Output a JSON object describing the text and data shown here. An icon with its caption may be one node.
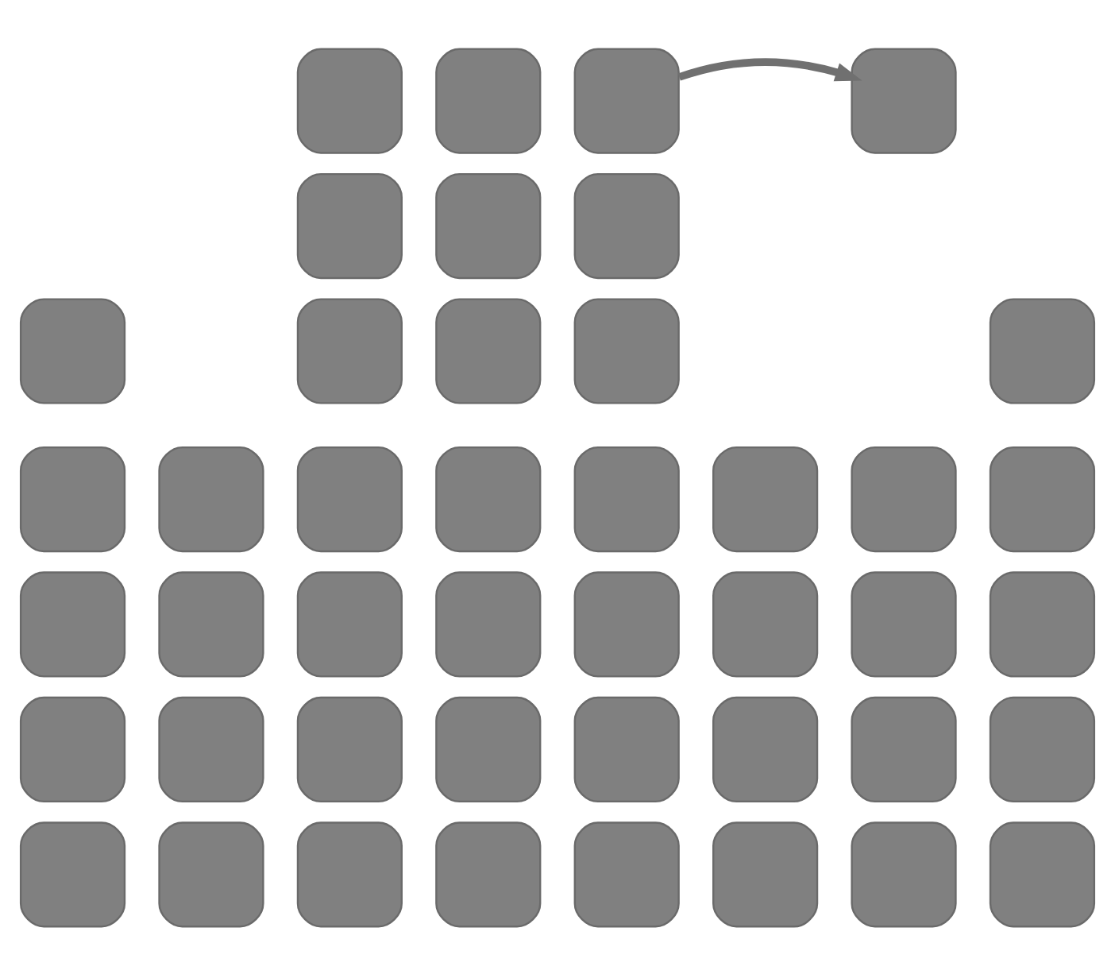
{
  "diagram": {
    "nodes": [
      {
        "text": [],
        "shape": "box"
      },
      {
        "text": [],
        "shape": "box"
      },
      {
        "text": [],
        "shape": "box"
      },
      {
        "text": [],
        "shape": "box"
      },
      {
        "text": [],
        "shape": "box"
      },
      {
        "text": [],
        "shape": "box"
      },
      {
        "text": [],
        "shape": "box"
      },
      {
        "text": [],
        "shape": "box"
      },
      {
        "text": [],
        "shape": "box"
      },
      {
        "text": [],
        "shape": "box"
      },
      {
        "text": [],
        "shape": "box"
      },
      {
        "text": [],
        "shape": "box"
      },
      {
        "text": [],
        "shape": "box"
      },
      {
        "text": [],
        "shape": "box"
      },
      {
        "text": [],
        "shape": "box"
      },
      {
        "text": [],
        "shape": "box"
      },
      {
        "text": [],
        "shape": "box"
      },
      {
        "text": [],
        "shape": "box"
      },
      {
        "text": [],
        "shape": "box"
      },
      {
        "text": [],
        "shape": "box"
      },
      {
        "text": [],
        "shape": "box"
      },
      {
        "text": [],
        "shape": "box"
      },
      {
        "text": [],
        "shape": "box"
      },
      {
        "text": [],
        "shape": "box"
      },
      {
        "text": [],
        "shape": "box"
      },
      {
        "text": [],
        "shape": "box"
      },
      {
        "text": [],
        "shape": "box"
      },
      {
        "text": [],
        "shape": "box"
      },
      {
        "text": [],
        "shape": "box"
      },
      {
        "text": [],
        "shape": "box"
      },
      {
        "text": [],
        "shape": "box"
      },
      {
        "text": [],
        "shape": "box"
      },
      {
        "text": [],
        "shape": "box"
      },
      {
        "text": [],
        "shape": "box"
      },
      {
        "text": [],
        "shape": "box"
      },
      {
        "text": [],
        "shape": "box"
      },
      {
        "text": [],
        "shape": "box"
      },
      {
        "text": [],
        "shape": "box"
      },
      {
        "text": [],
        "shape": "box"
      },
      {
        "text": [],
        "shape": "box"
      },
      {
        "text": [],
        "shape": "box"
      },
      {
        "text": [],
        "shape": "box"
      },
      {
        "text": [],
        "shape": "box"
      },
      {
        "text": [],
        "shape": "box"
      }
    ],
    "edges": [
      {
        "from": 2,
        "to": 3,
        "arrow": "to"
      }
    ]
  }
}
